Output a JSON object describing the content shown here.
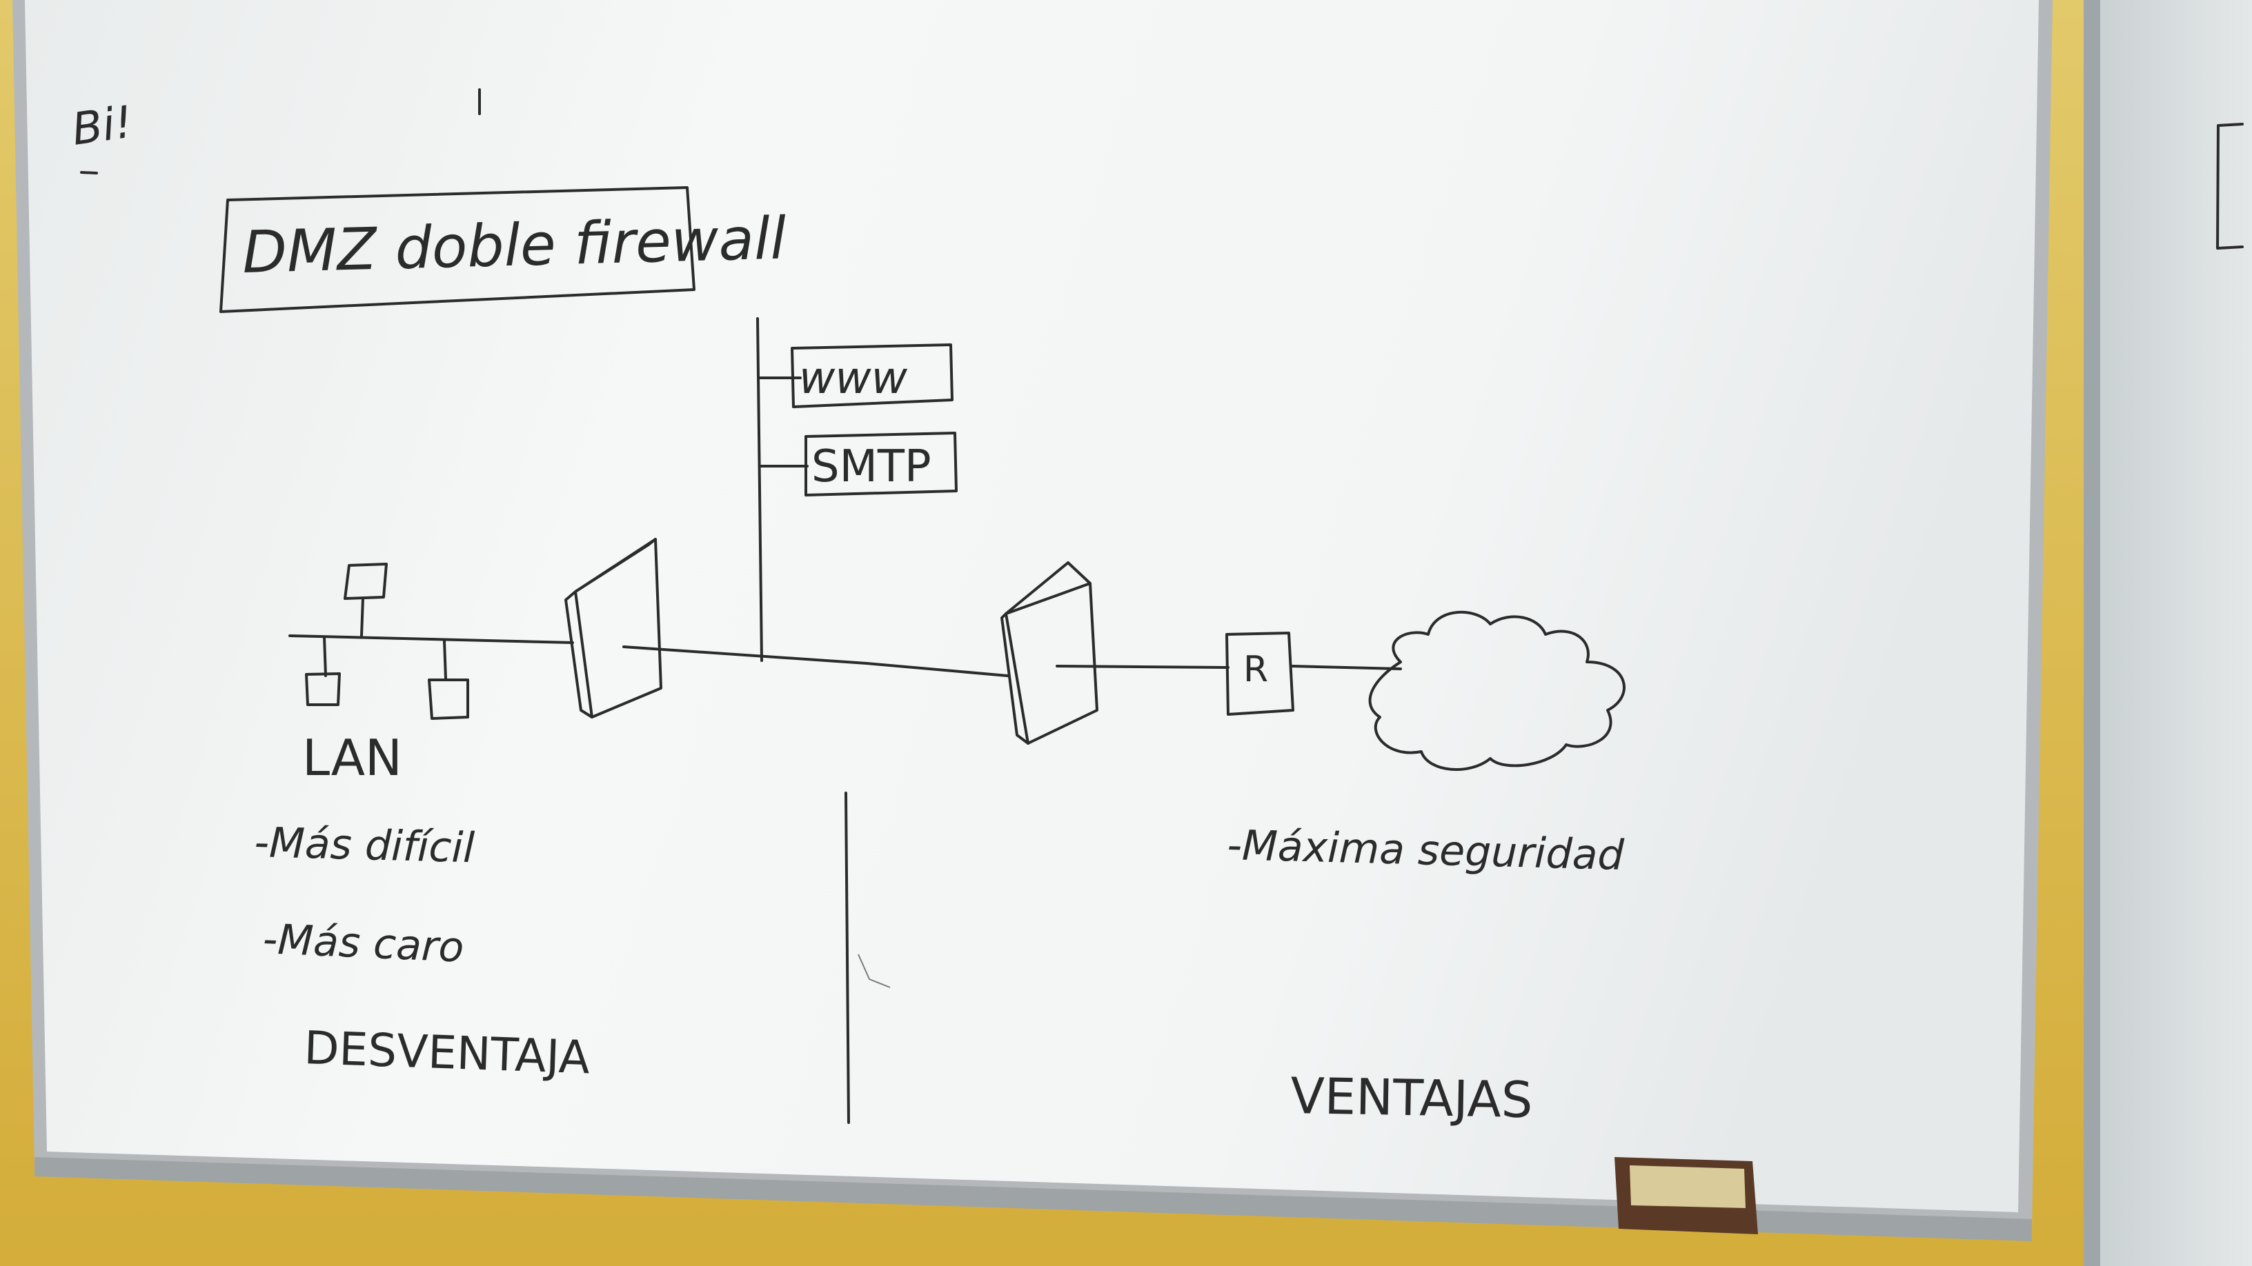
{
  "whiteboard": {
    "corner_scribble": "Bi!",
    "title": "DMZ doble firewall",
    "dmz_servers": [
      "www",
      "SMTP"
    ],
    "lan_label": "LAN",
    "router_label": "R",
    "disadvantages": {
      "items": [
        "-Más difícil",
        "-Más caro"
      ],
      "heading": "DESVENTAJA"
    },
    "advantages": {
      "items": [
        "-Máxima seguridad"
      ],
      "heading": "VENTAJAS"
    }
  },
  "colors": {
    "wall": "#d8b84a",
    "board": "#f2f4f3",
    "frame": "#b9bcbe",
    "ink": "#2b2b2b",
    "eraser": "#5a3a26"
  }
}
